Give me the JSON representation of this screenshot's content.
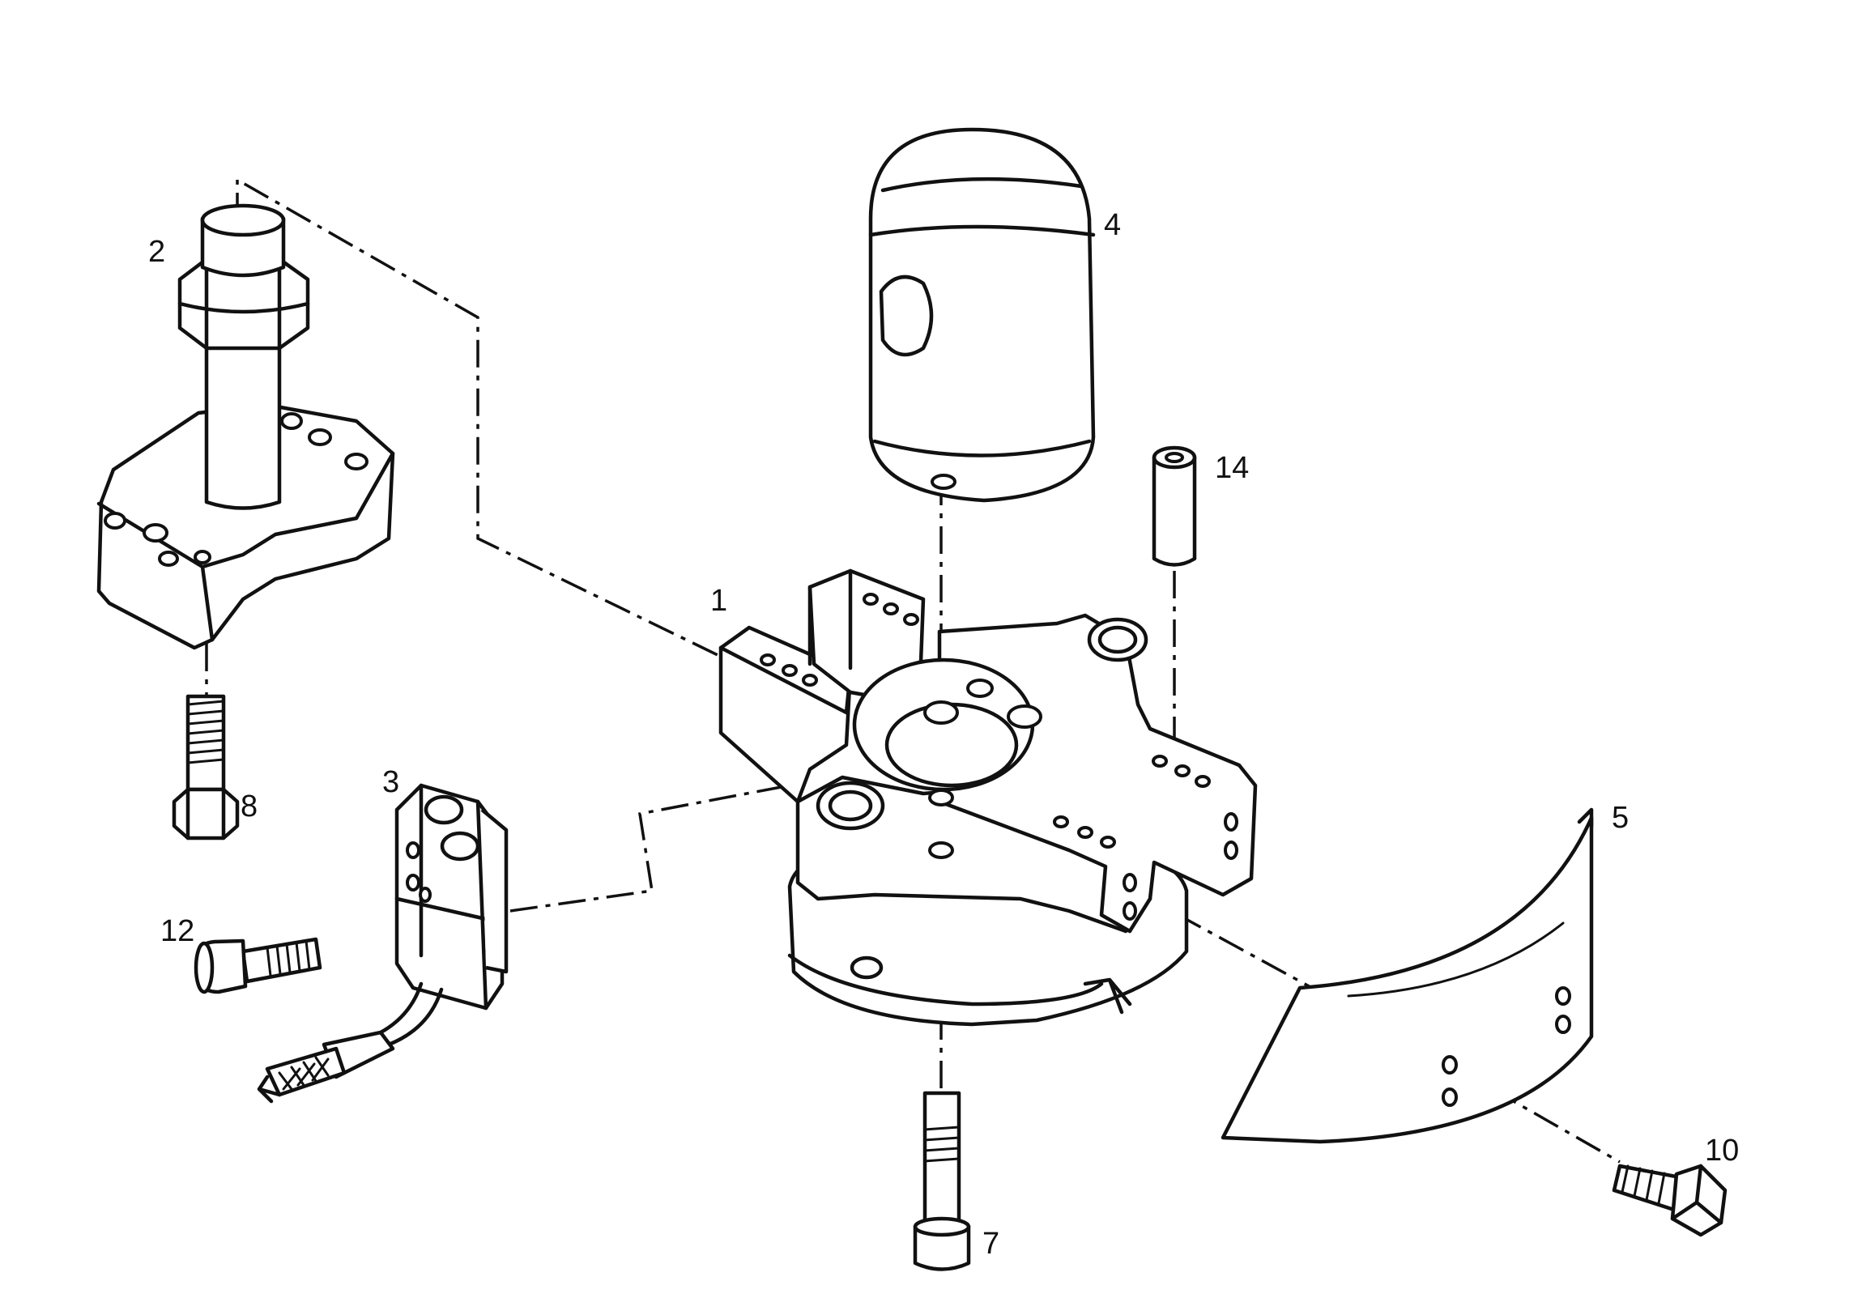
{
  "diagram": {
    "callouts": {
      "part_1": "1",
      "part_2": "2",
      "part_3": "3",
      "part_4": "4",
      "part_5": "5",
      "part_7": "7",
      "part_8": "8",
      "part_10": "10",
      "part_12": "12",
      "part_14": "14"
    }
  }
}
